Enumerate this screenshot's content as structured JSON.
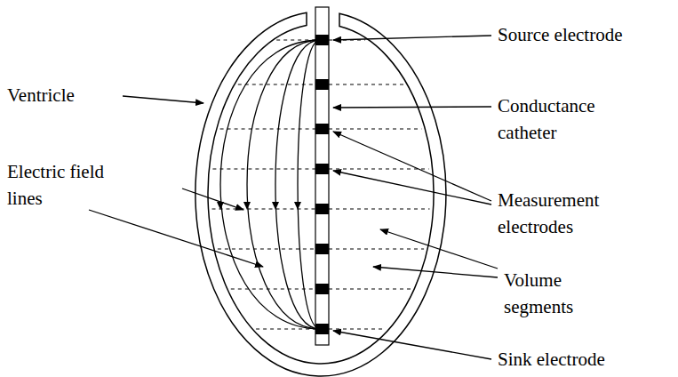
{
  "diagram": {
    "labels": [
      "Ventricle",
      "Electric field lines",
      "Source electrode",
      "Conductance catheter",
      "Measurement electrodes",
      "Volume segments",
      "Sink electrode"
    ]
  }
}
